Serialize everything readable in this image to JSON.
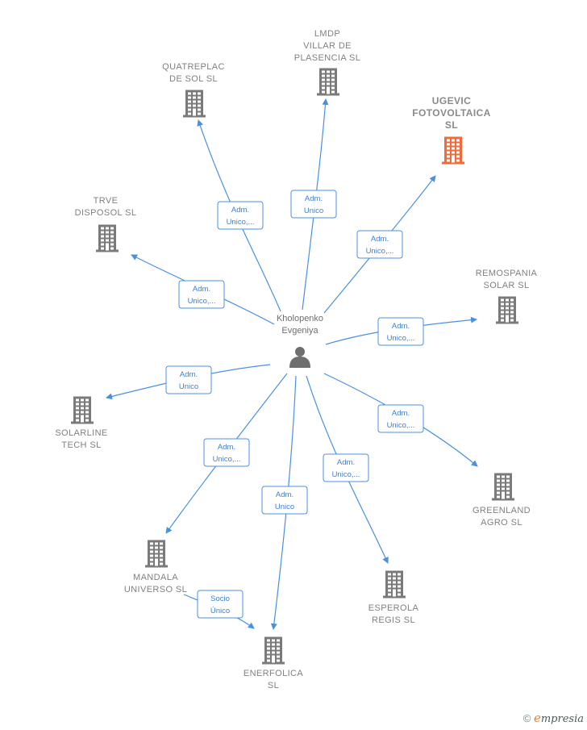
{
  "center": {
    "name_line1": "Kholopenko",
    "name_line2": "Evgeniya"
  },
  "nodes": [
    {
      "id": "quatreplac",
      "lines": [
        "QUATREPLAC",
        "DE SOL  SL"
      ],
      "color": "#7a7a7a",
      "highlight": false
    },
    {
      "id": "lmdp",
      "lines": [
        "LMDP",
        "VILLAR DE",
        "PLASENCIA  SL"
      ],
      "color": "#7a7a7a",
      "highlight": false
    },
    {
      "id": "ugevic",
      "lines": [
        "UGEVIC",
        "FOTOVOLTAICA",
        "SL"
      ],
      "color": "#f26a3a",
      "highlight": true
    },
    {
      "id": "trve",
      "lines": [
        "TRVE",
        "DISPOSOL  SL"
      ],
      "color": "#7a7a7a",
      "highlight": false
    },
    {
      "id": "remospania",
      "lines": [
        "REMOSPANIA",
        "SOLAR  SL"
      ],
      "color": "#7a7a7a",
      "highlight": false
    },
    {
      "id": "solarline",
      "lines": [
        "SOLARLINE",
        "TECH  SL"
      ],
      "color": "#7a7a7a",
      "highlight": false
    },
    {
      "id": "greenland",
      "lines": [
        "GREENLAND",
        "AGRO  SL"
      ],
      "color": "#7a7a7a",
      "highlight": false
    },
    {
      "id": "mandala",
      "lines": [
        "MANDALA",
        "UNIVERSO  SL"
      ],
      "color": "#7a7a7a",
      "highlight": false
    },
    {
      "id": "esperola",
      "lines": [
        "ESPEROLA",
        "REGIS  SL"
      ],
      "color": "#7a7a7a",
      "highlight": false
    },
    {
      "id": "enerfolica",
      "lines": [
        "ENERFOLICA",
        "SL"
      ],
      "color": "#7a7a7a",
      "highlight": false
    }
  ],
  "edges": [
    {
      "from": "center",
      "to": "quatreplac",
      "label": [
        "Adm.",
        "Unico,..."
      ]
    },
    {
      "from": "center",
      "to": "lmdp",
      "label": [
        "Adm.",
        "Unico"
      ]
    },
    {
      "from": "center",
      "to": "ugevic",
      "label": [
        "Adm.",
        "Unico,..."
      ]
    },
    {
      "from": "center",
      "to": "trve",
      "label": [
        "Adm.",
        "Unico,..."
      ]
    },
    {
      "from": "center",
      "to": "remospania",
      "label": [
        "Adm.",
        "Unico,..."
      ]
    },
    {
      "from": "center",
      "to": "solarline",
      "label": [
        "Adm.",
        "Unico"
      ]
    },
    {
      "from": "center",
      "to": "greenland",
      "label": [
        "Adm.",
        "Unico,..."
      ]
    },
    {
      "from": "center",
      "to": "mandala",
      "label": [
        "Adm.",
        "Unico,..."
      ]
    },
    {
      "from": "center",
      "to": "enerfolica",
      "label": [
        "Adm.",
        "Unico"
      ]
    },
    {
      "from": "center",
      "to": "esperola",
      "label": [
        "Adm.",
        "Unico,..."
      ]
    },
    {
      "from": "mandala",
      "to": "enerfolica",
      "label": [
        "Socio",
        "Único"
      ]
    }
  ],
  "brand": {
    "copyright": "©",
    "initial": "e",
    "rest": "mpresia"
  },
  "colors": {
    "edge": "#4a90e2",
    "building": "#7a7a7a",
    "highlight": "#f26a3a",
    "person": "#6e6e6e"
  }
}
